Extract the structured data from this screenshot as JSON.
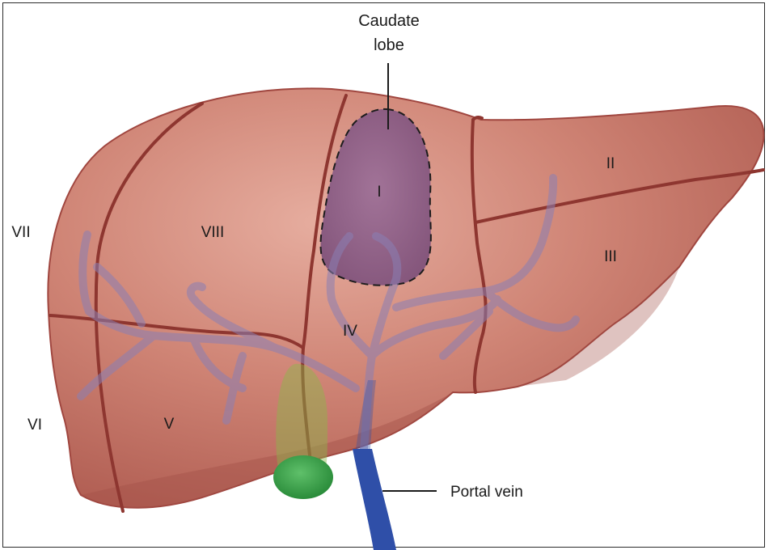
{
  "callouts": {
    "caudate_lobe": [
      "Caudate",
      "lobe"
    ],
    "portal_vein": "Portal vein"
  },
  "segments": {
    "I": "I",
    "II": "II",
    "III": "III",
    "IV": "IV",
    "V": "V",
    "VI": "VI",
    "VII": "VII",
    "VIII": "VIII"
  },
  "colors": {
    "liver": "#c46f62",
    "liver_highlight": "#e3a79a",
    "boundary": "#8e3630",
    "caudate": "#8a5c86",
    "portal_vein": "#2f4fa8",
    "branches": "#8a7fb4",
    "gallbladder": "#3aa24a"
  }
}
